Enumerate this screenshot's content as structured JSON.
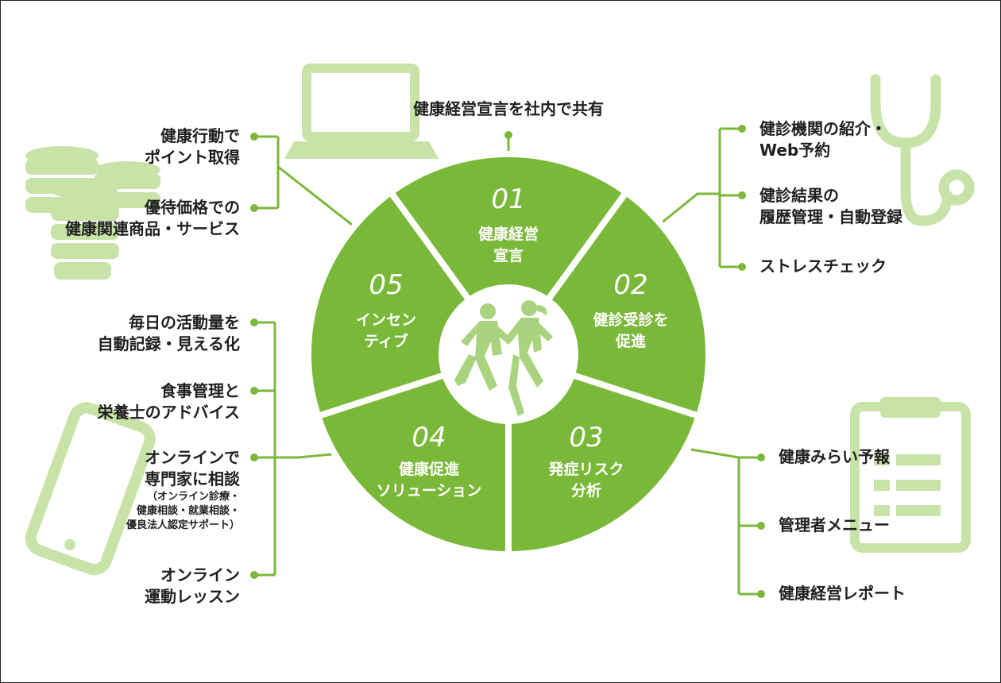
{
  "center": {
    "top_label": "健康経営宣言を社内で共有"
  },
  "segments": [
    {
      "num": "01",
      "line1": "健康経営",
      "line2": "宣言"
    },
    {
      "num": "02",
      "line1": "健診受診を",
      "line2": "促進"
    },
    {
      "num": "03",
      "line1": "発症リスク",
      "line2": "分析"
    },
    {
      "num": "04",
      "line1": "健康促進",
      "line2": "ソリューション"
    },
    {
      "num": "05",
      "line1": "インセン",
      "line2": "ティブ"
    }
  ],
  "right_top": [
    {
      "line1": "健診機関の紹介・",
      "line2": "Web予約"
    },
    {
      "line1": "健診結果の",
      "line2": "履歴管理・自動登録"
    },
    {
      "line1": "ストレスチェック",
      "line2": ""
    }
  ],
  "right_bottom": [
    {
      "line1": "健康みらい予報"
    },
    {
      "line1": "管理者メニュー"
    },
    {
      "line1": "健康経営レポート"
    }
  ],
  "left_top": [
    {
      "line1": "健康行動で",
      "line2": "ポイント取得"
    },
    {
      "line1": "優待価格での",
      "line2": "健康関連商品・サービス"
    }
  ],
  "left_bottom": [
    {
      "line1": "毎日の活動量を",
      "line2": "自動記録・見える化"
    },
    {
      "line1": "食事管理と",
      "line2": "栄養士のアドバイス"
    },
    {
      "line1": "オンラインで",
      "line2": "専門家に相談",
      "sub1": "（オンライン診療・",
      "sub2": "健康相談・就業相談・",
      "sub3": "優良法人認定サポート）"
    },
    {
      "line1": "オンライン",
      "line2": "運動レッスン"
    }
  ],
  "colors": {
    "accent": "#7ab839",
    "light": "#c8e3a8",
    "text": "#1f1f1f"
  },
  "icons": [
    "laptop-icon",
    "stethoscope-icon",
    "coins-icon",
    "smartphone-icon",
    "clipboard-icon",
    "runners-icon"
  ]
}
